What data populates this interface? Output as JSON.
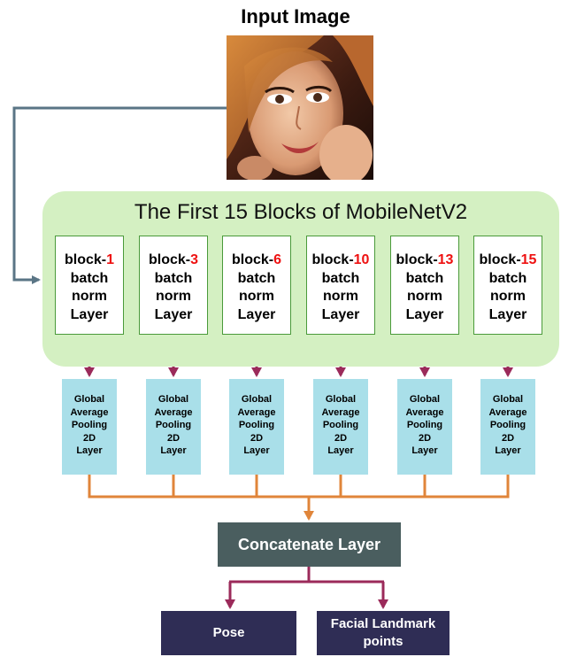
{
  "input_title": "Input Image",
  "panel_title": "The First 15 Blocks of MobileNetV2",
  "block_prefix": "block-",
  "block_line2": "batch",
  "block_line3": "norm",
  "block_line4": "Layer",
  "blocks": [
    {
      "num": "1"
    },
    {
      "num": "3"
    },
    {
      "num": "6"
    },
    {
      "num": "10"
    },
    {
      "num": "13"
    },
    {
      "num": "15"
    }
  ],
  "gap": {
    "line1": "Global",
    "line2": "Average",
    "line3": "Pooling",
    "line4": "2D",
    "line5": "Layer"
  },
  "concat_label": "Concatenate Layer",
  "pose_label": "Pose",
  "landmark_line1": "Facial Landmark",
  "landmark_line2": "points",
  "colors": {
    "panel_green": "#d4f0c2",
    "block_red": "#ee1111",
    "gap_cyan": "#a9dfe9",
    "concat_gray": "#4a5e5f",
    "output_navy": "#2f2d55",
    "arrow_maroon": "#9b2a5a",
    "arrow_orange": "#e0853a",
    "arrow_slate": "#5a7585"
  }
}
